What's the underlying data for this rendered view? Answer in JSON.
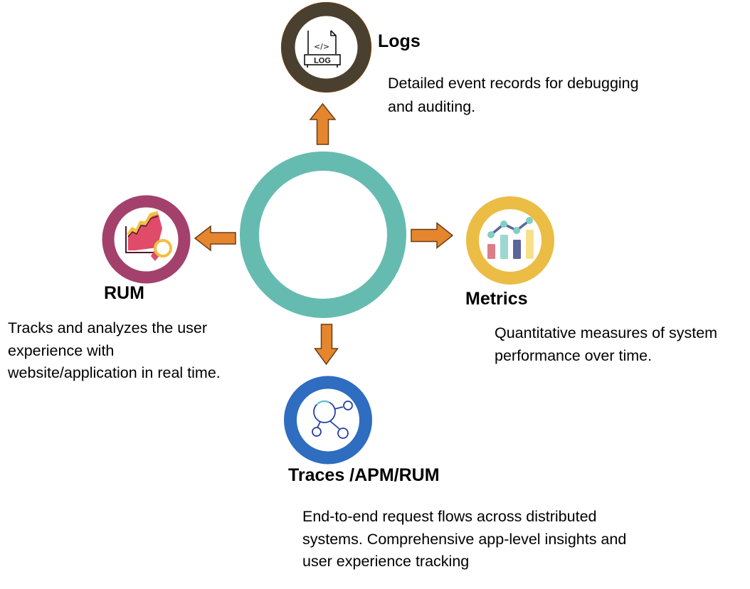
{
  "diagram": {
    "center": {
      "label": "",
      "color": "#66bbb0"
    },
    "arrow_color": "#e5862f",
    "arrow_outline": "#6b3d12",
    "nodes": [
      {
        "id": "logs",
        "title": "Logs",
        "description_lines": [
          "Detailed event records for debugging",
          "and auditing."
        ],
        "icon": "log-file-icon",
        "icon_text": "LOG",
        "icon_code": "</>",
        "ring_color": "#4a4030",
        "direction": "up"
      },
      {
        "id": "rum",
        "title": "RUM",
        "description_lines": [
          "Tracks and analyzes the user",
          "experience with",
          "website/application in real time."
        ],
        "icon": "chart-magnifier-icon",
        "ring_color": "#a3416c",
        "direction": "left"
      },
      {
        "id": "metrics",
        "title": "Metrics",
        "description_lines": [
          "Quantitative measures of system",
          "performance over time."
        ],
        "icon": "bar-line-chart-icon",
        "ring_color": "#ebbd45",
        "direction": "right"
      },
      {
        "id": "traces",
        "title": "Traces /APM/RUM",
        "description_lines": [
          "End-to-end request flows across distributed",
          "systems. Comprehensive app-level insights and",
          "user experience tracking"
        ],
        "icon": "network-nodes-icon",
        "ring_color": "#2e6dbf",
        "direction": "down"
      }
    ]
  }
}
